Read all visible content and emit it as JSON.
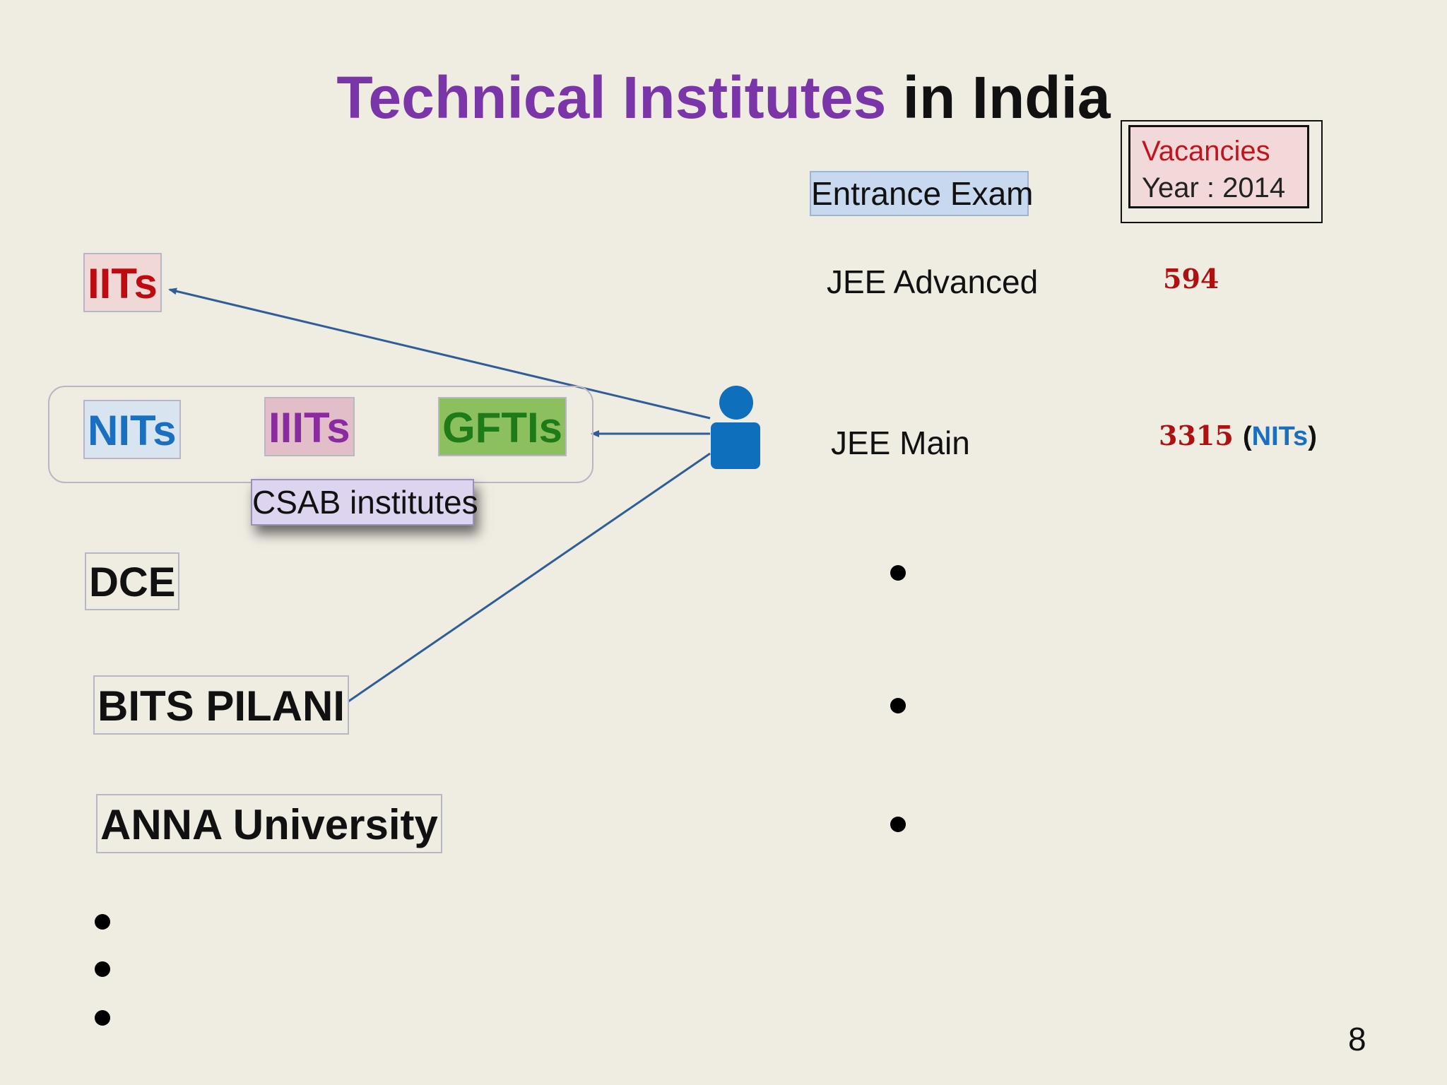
{
  "title": {
    "highlight": "Technical Institutes",
    "rest": " in India"
  },
  "institutes": {
    "iits": "IITs",
    "nits": "NITs",
    "iiits": "IIITs",
    "gftis": "GFTIs",
    "dce": "DCE",
    "bits": "BITS PILANI",
    "anna": "ANNA University"
  },
  "csab_label": "CSAB institutes",
  "entrance_exam_header": "Entrance Exam",
  "vacancies": {
    "title": "Vacancies",
    "year": "Year : 2014"
  },
  "exams": {
    "jee_advanced": "JEE Advanced",
    "jee_main": "JEE Main"
  },
  "counts": {
    "jee_advanced": "594",
    "jee_main": "3315",
    "jee_main_paren_open": "(",
    "jee_main_note": "NITs",
    "jee_main_paren_close": ")"
  },
  "page_number": "8",
  "icons": {
    "person": "person-icon",
    "arrow": "arrow-icon"
  },
  "colors": {
    "title_highlight": "#7a35a8",
    "background": "#efece2",
    "arrow": "#2e5d9a",
    "person": "#0e6fbd"
  }
}
